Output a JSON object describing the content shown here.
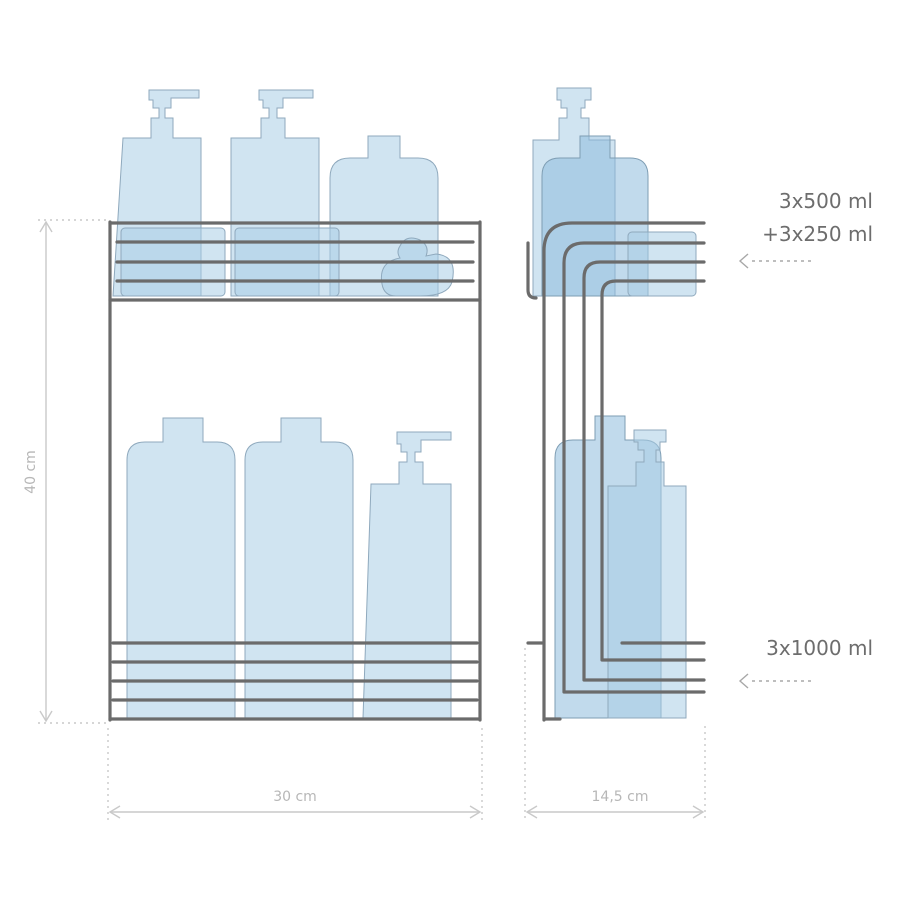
{
  "dimensions": {
    "height_label": "40 cm",
    "width_label": "30 cm",
    "depth_label": "14,5 cm"
  },
  "capacity": {
    "top_line1": "3x500 ml",
    "top_line2": "+3x250 ml",
    "bottom_line1": "3x1000 ml"
  },
  "icons": {
    "arrow": "dotted-left-arrow-icon",
    "duck": "rubber-duck-icon"
  },
  "colors": {
    "rack": "#6b6b6b",
    "bottle": "#a9cde6",
    "dimension": "#c9c9c9"
  }
}
